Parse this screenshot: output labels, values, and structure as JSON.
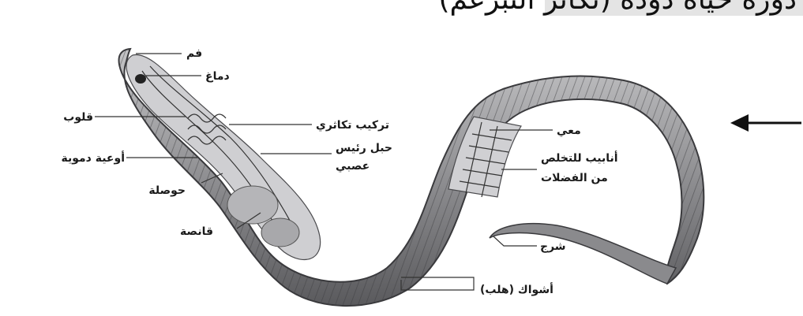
{
  "title": "دورة حياة دودة (تكاثر التبرعم)",
  "labels": {
    "mouth": "فم",
    "brain": "دماغ",
    "hearts": "قلوب",
    "reproductive": "تركيب تكاثري",
    "nerve_cord_line1": "حبل رئيس",
    "nerve_cord_line2": "عصبي",
    "blood_vessels": "أوعية دموية",
    "crop": "حوصلة",
    "gizzard": "قانصة",
    "intestine": "معي",
    "nephridia_line1": "أنابيب للتخلص",
    "nephridia_line2": "من الفضلات",
    "anus": "شرج",
    "setae": "أشواك (هلب)"
  },
  "colors": {
    "body": "#9a9a9c",
    "body_dark": "#5f5f62",
    "segment_line": "#3c3c3f",
    "internal": "#c9c9cc",
    "arrow": "#111111"
  },
  "icons": {
    "pointer": "left-arrow-icon"
  }
}
